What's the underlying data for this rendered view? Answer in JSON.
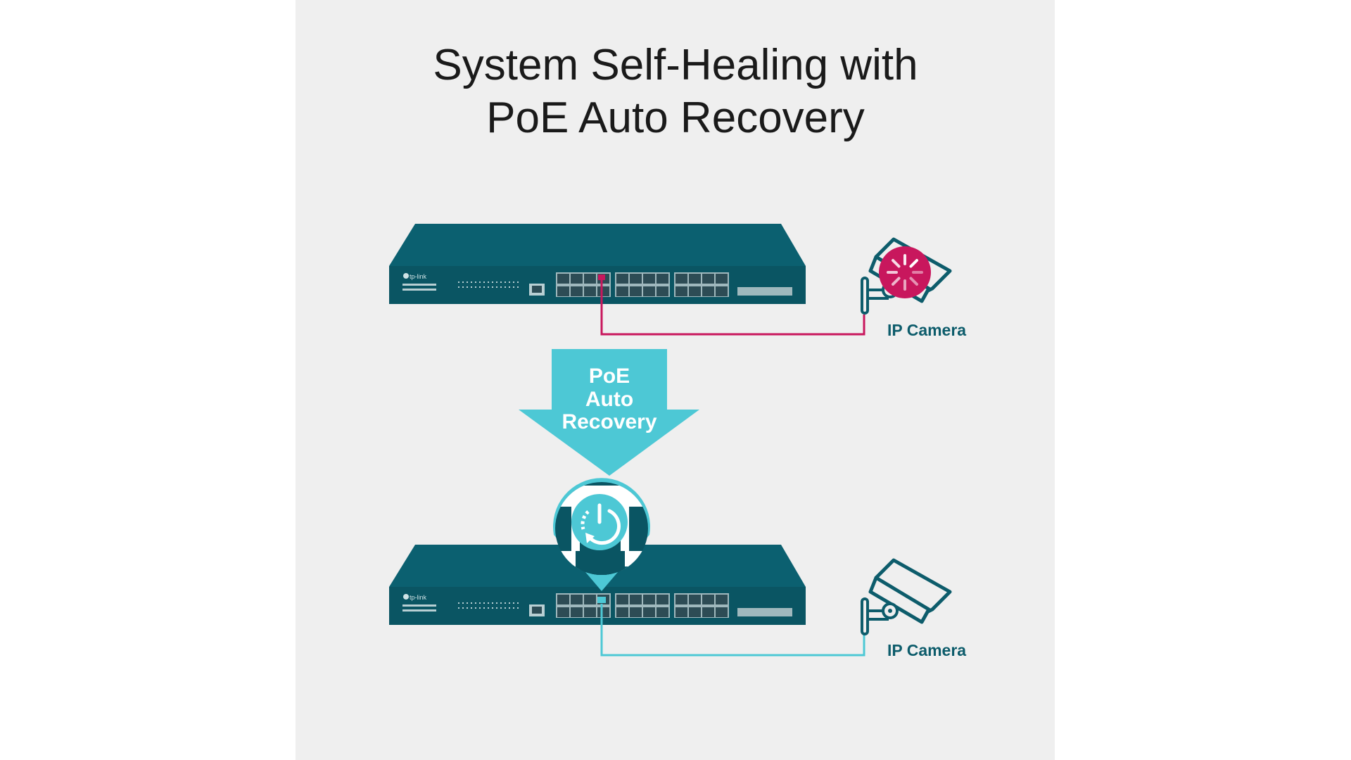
{
  "title": {
    "line1": "System Self-Healing with",
    "line2": "PoE Auto Recovery"
  },
  "switch_brand": "tp-link",
  "arrow": {
    "line1": "PoE",
    "line2": "Auto",
    "line3": "Recovery"
  },
  "cameras": [
    {
      "label": "IP Camera",
      "state": "rebooting"
    },
    {
      "label": "IP Camera",
      "state": "recovered"
    }
  ],
  "colors": {
    "switch": "#0b6070",
    "switch_front": "#0a5563",
    "fault": "#c8175d",
    "recovery": "#4dc8d5",
    "label": "#0d5c6b",
    "background": "#efefef"
  }
}
